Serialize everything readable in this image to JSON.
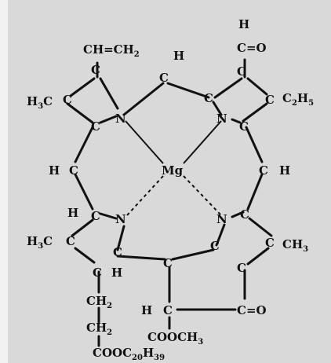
{
  "molecule": {
    "atoms": {
      "vinyl": "CH=CH",
      "vinyl_sub": "2",
      "h_top": "H",
      "ald_h": "H",
      "ald_co": "C=O",
      "c1": "C",
      "c2": "C",
      "c3": "C",
      "c4": "C",
      "c5": "C",
      "c6": "C",
      "c7": "C",
      "c8": "C",
      "h3c_left": "H",
      "h3c_left_sub": "3",
      "h3c_left_c": "C",
      "c2h5": "C",
      "c2h5_sub2": "2",
      "c2h5_h": "H",
      "c2h5_sub5": "5",
      "n_tl": "N",
      "n_tr": "N",
      "n_bl": "N",
      "n_br": "N",
      "h_c_left": "H",
      "c_left": "C",
      "mg": "Mg",
      "c_right": "C",
      "h_right": "H",
      "h_bl": "H",
      "c_bl1": "C",
      "c_bl2": "C",
      "h3c_bottom": "H",
      "h3c_bottom_sub": "3",
      "h3c_bottom_c": "C",
      "c_bl3": "C",
      "c_bl4": "C",
      "h_bl2": "H",
      "c_br1": "C",
      "c_br2": "C",
      "ch3_right": "CH",
      "ch3_right_sub": "3",
      "ch2_1": "CH",
      "ch2_1_sub": "2",
      "ch2_2": "CH",
      "ch2_2_sub": "2",
      "h_ring5": "H",
      "c_ring5": "C",
      "co_ring5": "C=O",
      "cooch3": "COOCH",
      "cooch3_sub": "3",
      "cooc20h39": "COOC",
      "cooc20h39_sub1": "20",
      "cooc20h39_h": "H",
      "cooc20h39_sub2": "39",
      "c_bottom_mid": "C",
      "c_center_bottom": "C"
    }
  }
}
